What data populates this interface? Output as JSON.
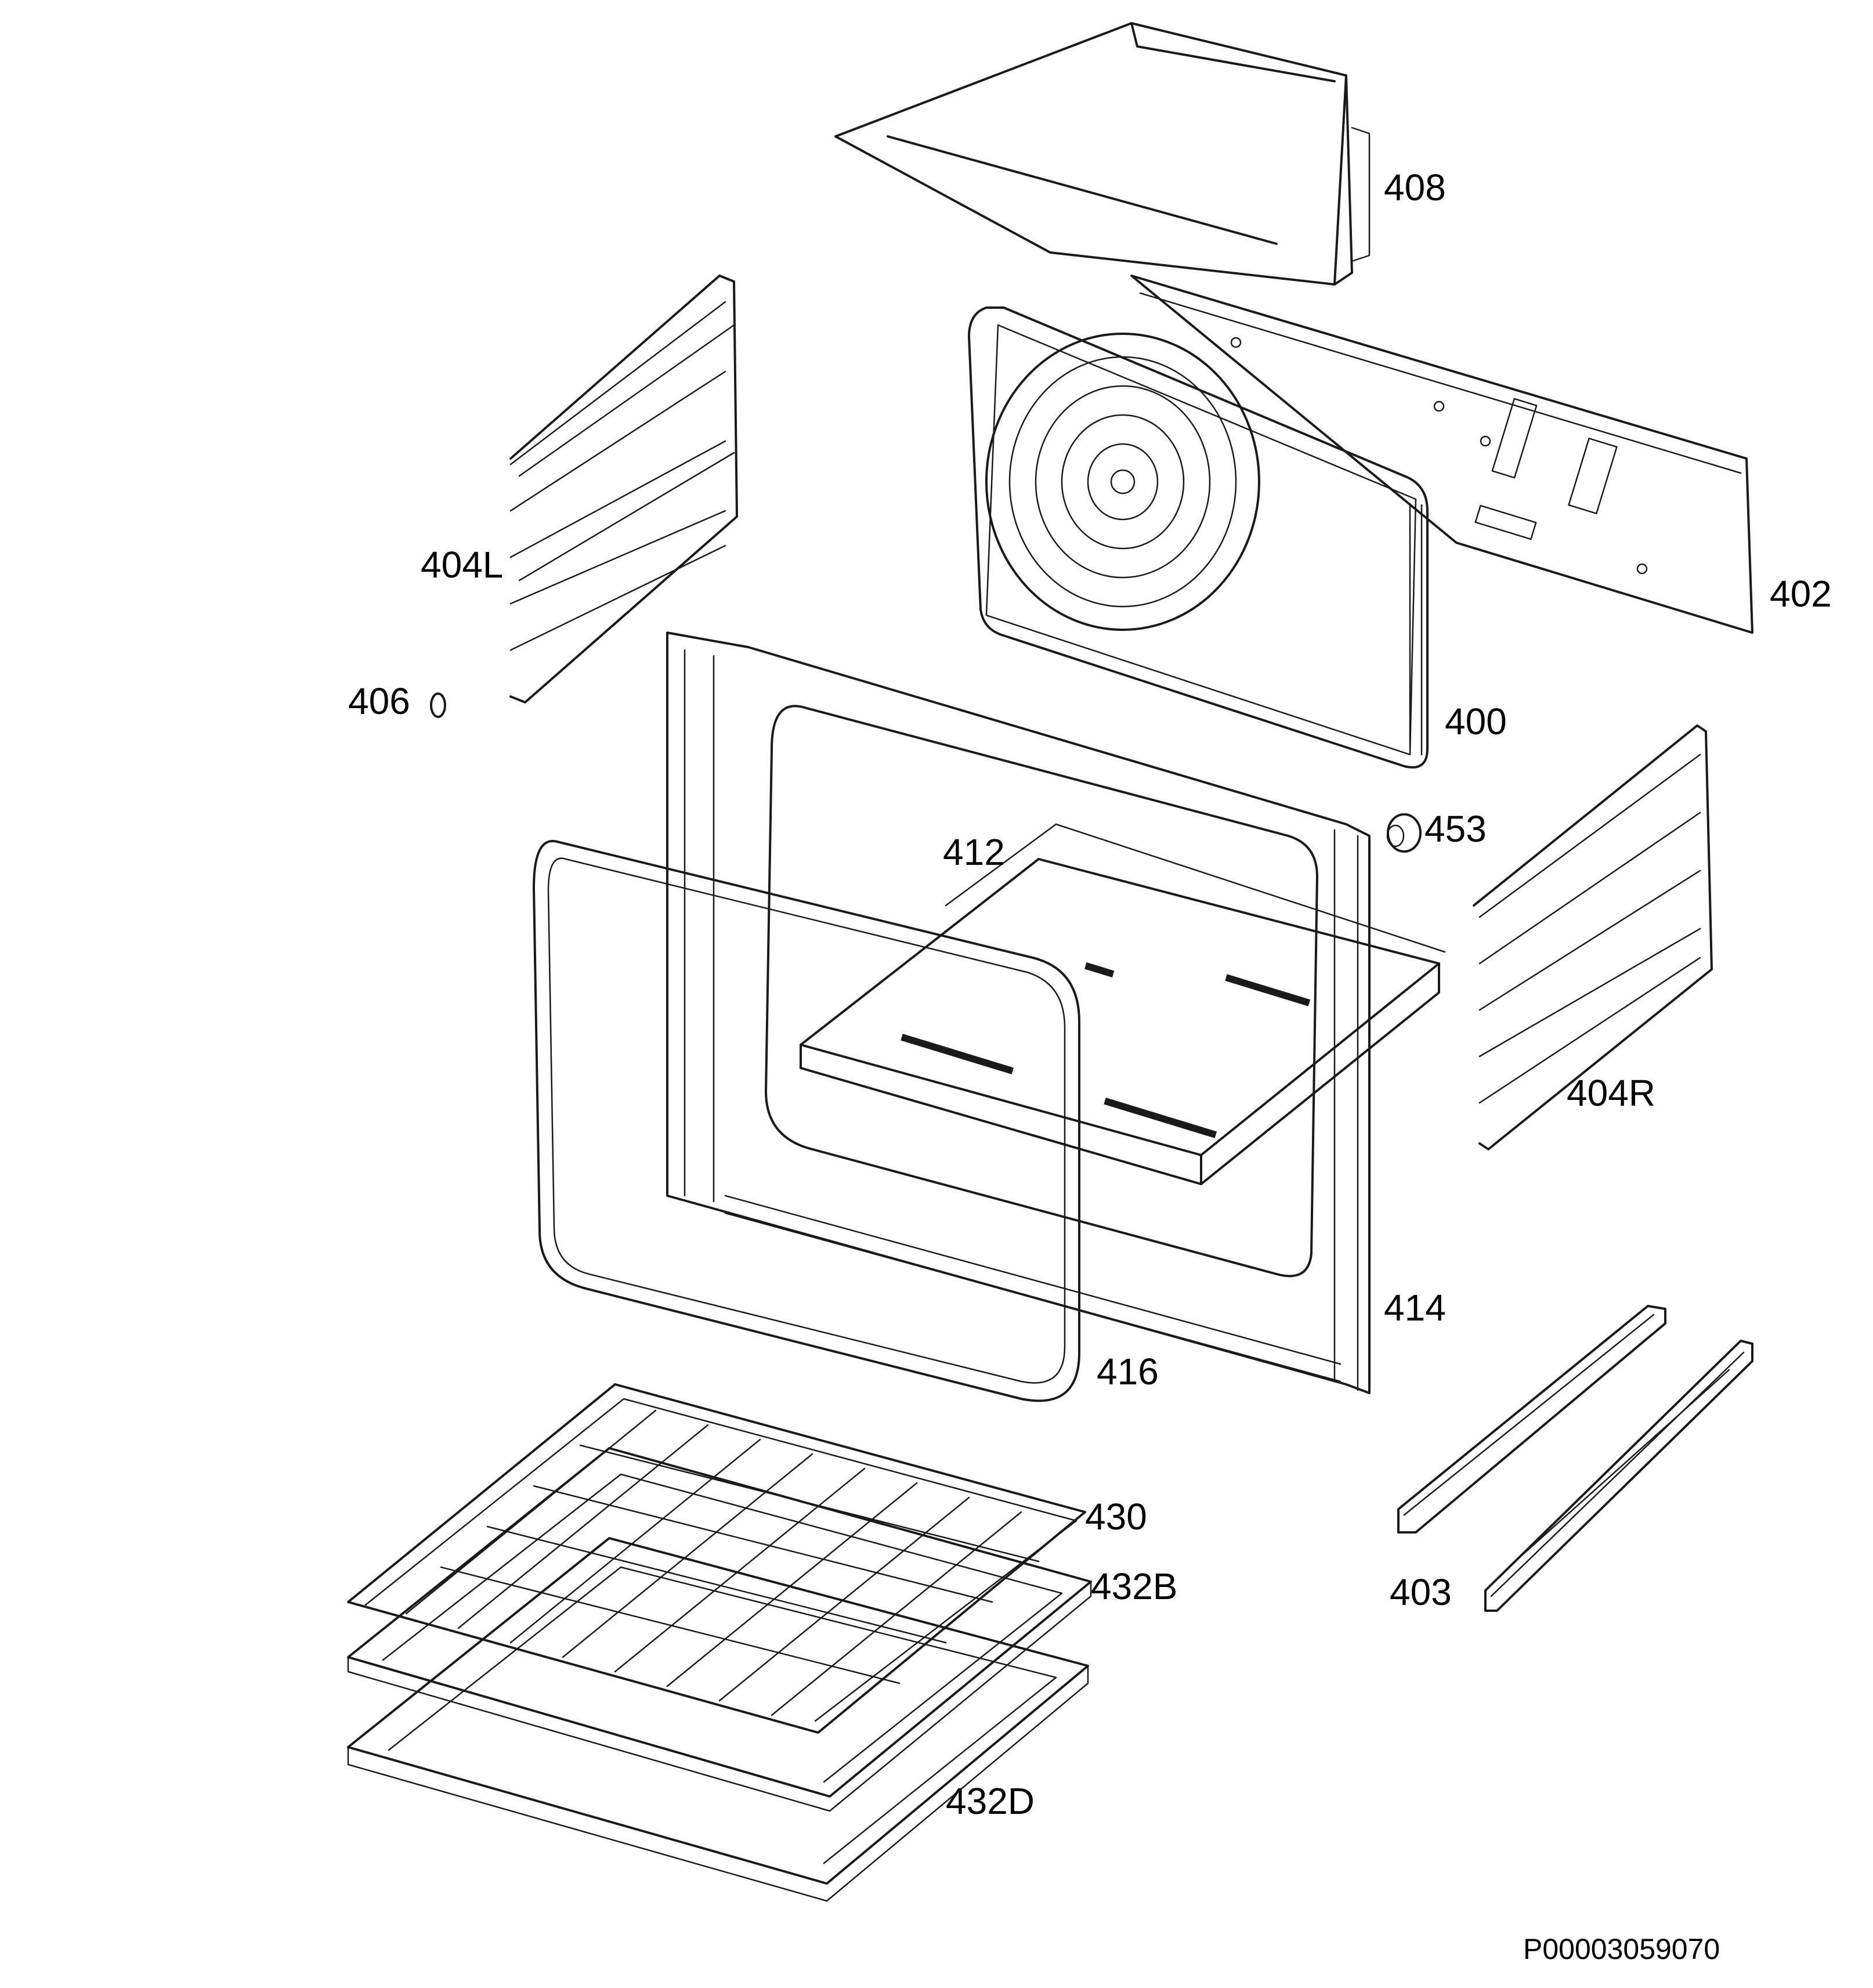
{
  "labels": {
    "p408": "408",
    "p402": "402",
    "p404L": "404L",
    "p406": "406",
    "p400": "400",
    "p453": "453",
    "p412": "412",
    "p404R": "404R",
    "p414": "414",
    "p416": "416",
    "p430": "430",
    "p432B": "432B",
    "p403": "403",
    "p432D": "432D"
  },
  "document_id": "P00003059070"
}
